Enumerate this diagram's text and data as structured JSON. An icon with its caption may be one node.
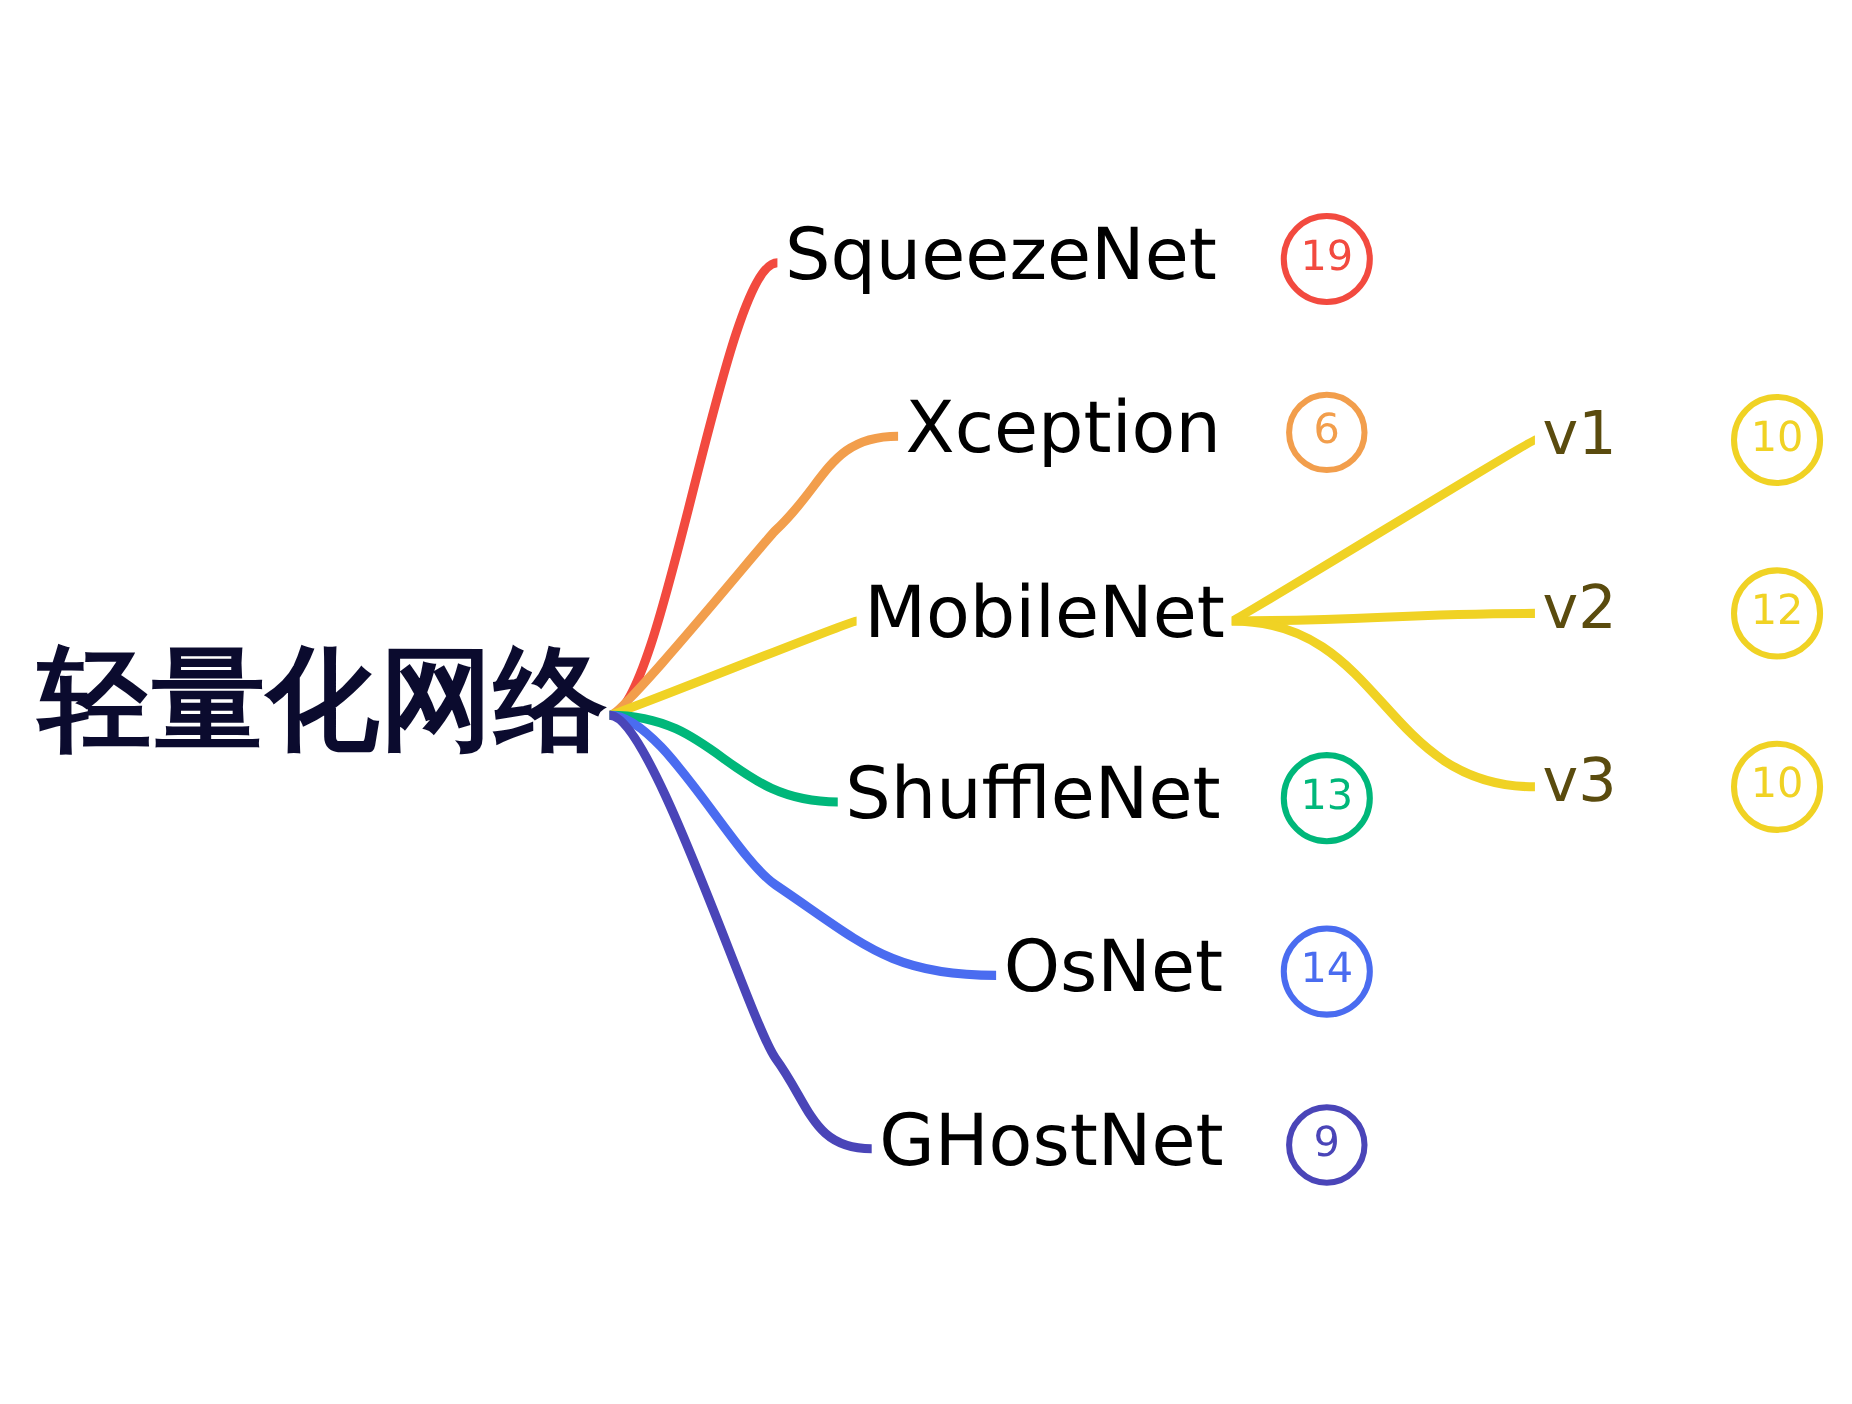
{
  "diagram": {
    "nodes": [
      {
        "text": [
          "轻量化网络"
        ]
      },
      {
        "text": [
          "SqueezeNet"
        ],
        "beside": [
          "19"
        ]
      },
      {
        "text": [
          "Xception"
        ],
        "beside": [
          "6"
        ]
      },
      {
        "text": [
          "MobileNet"
        ]
      },
      {
        "text": [
          "v1"
        ],
        "beside": [
          "10"
        ]
      },
      {
        "text": [
          "v2"
        ],
        "beside": [
          "12"
        ]
      },
      {
        "text": [
          "v3"
        ],
        "beside": [
          "10"
        ]
      },
      {
        "text": [
          "ShuffleNet"
        ],
        "beside": [
          "13"
        ]
      },
      {
        "text": [
          "OsNet"
        ],
        "beside": [
          "14"
        ]
      },
      {
        "text": [
          "GHostNet"
        ],
        "beside": [
          "9"
        ]
      }
    ],
    "edges": [
      {
        "from": 0,
        "to": 1,
        "arrow": "none",
        "color": "#f24a3f"
      },
      {
        "from": 0,
        "to": 2,
        "arrow": "none",
        "color": "#f29e4c"
      },
      {
        "from": 0,
        "to": 3,
        "arrow": "none",
        "color": "#f0d224"
      },
      {
        "from": 3,
        "to": 4,
        "arrow": "none",
        "color": "#f0d224"
      },
      {
        "from": 3,
        "to": 5,
        "arrow": "none",
        "color": "#f0d224"
      },
      {
        "from": 3,
        "to": 6,
        "arrow": "none",
        "color": "#f0d224"
      },
      {
        "from": 0,
        "to": 7,
        "arrow": "none",
        "color": "#00b77a"
      },
      {
        "from": 0,
        "to": 8,
        "arrow": "none",
        "color": "#4a6cf0"
      },
      {
        "from": 0,
        "to": 9,
        "arrow": "none",
        "color": "#4a45b8"
      }
    ]
  }
}
